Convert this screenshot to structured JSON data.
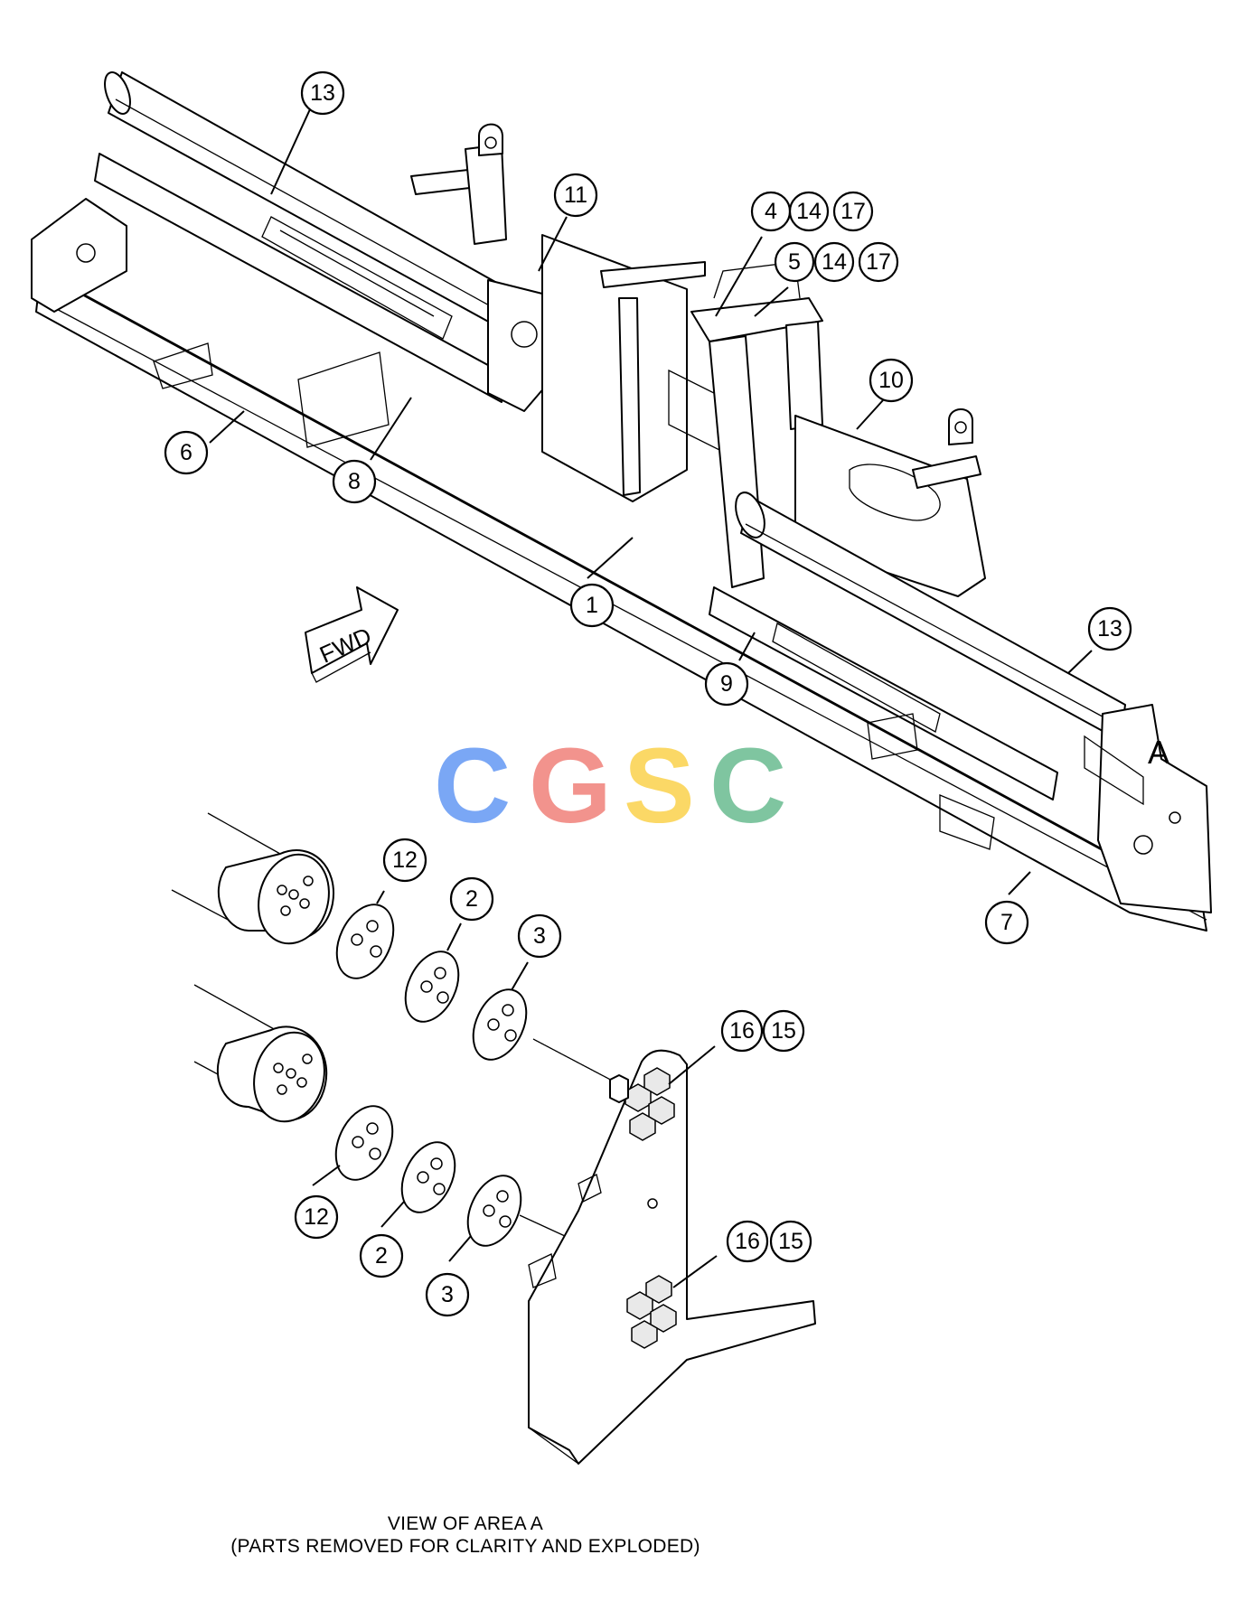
{
  "callouts": [
    {
      "label": "13"
    },
    {
      "label": "11"
    },
    {
      "label": "4"
    },
    {
      "label": "14"
    },
    {
      "label": "17"
    },
    {
      "label": "5"
    },
    {
      "label": "14"
    },
    {
      "label": "17"
    },
    {
      "label": "10"
    },
    {
      "label": "6"
    },
    {
      "label": "8"
    },
    {
      "label": "1"
    },
    {
      "label": "13"
    },
    {
      "label": "9"
    },
    {
      "label": "7"
    },
    {
      "label": "12"
    },
    {
      "label": "2"
    },
    {
      "label": "3"
    },
    {
      "label": "16"
    },
    {
      "label": "15"
    },
    {
      "label": "12"
    },
    {
      "label": "2"
    },
    {
      "label": "3"
    },
    {
      "label": "16"
    },
    {
      "label": "15"
    }
  ],
  "area_label": "A",
  "fwd_label": "FWD",
  "watermark": {
    "letters": [
      "C",
      "G",
      "S",
      "C"
    ],
    "colors": [
      "#7aa7f5",
      "#f2938d",
      "#fbd866",
      "#7fc5a0"
    ]
  },
  "caption": {
    "line1": "VIEW OF AREA A",
    "line2": "(PARTS REMOVED FOR CLARITY AND EXPLODED)"
  }
}
